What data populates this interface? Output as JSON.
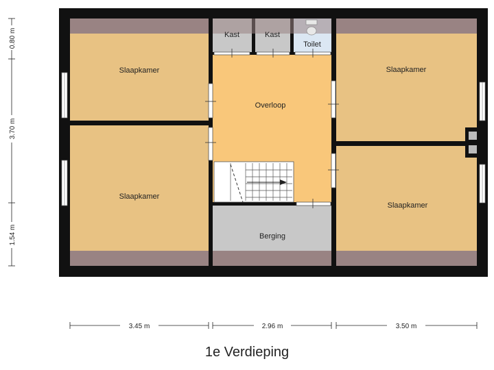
{
  "title": "1e Verdieping",
  "rooms": {
    "bedroom_top_left": "Slaapkamer",
    "bedroom_bottom_left": "Slaapkamer",
    "bedroom_top_right": "Slaapkamer",
    "bedroom_bottom_right": "Slaapkamer",
    "landing": "Overloop",
    "storage": "Berging",
    "closet_1": "Kast",
    "closet_2": "Kast",
    "toilet": "Toilet"
  },
  "dimensions": {
    "bottom": [
      "3.45 m",
      "2.96 m",
      "3.50 m"
    ],
    "left": [
      "0.80 m",
      "3.70 m",
      "1.54 m"
    ]
  },
  "colors": {
    "bedroom": "#e8c283",
    "landing": "#f9c77a",
    "storage": "#c8c8c8",
    "toilet": "#dbe7f3",
    "roof_slope": "#998383",
    "wall": "#111111"
  }
}
